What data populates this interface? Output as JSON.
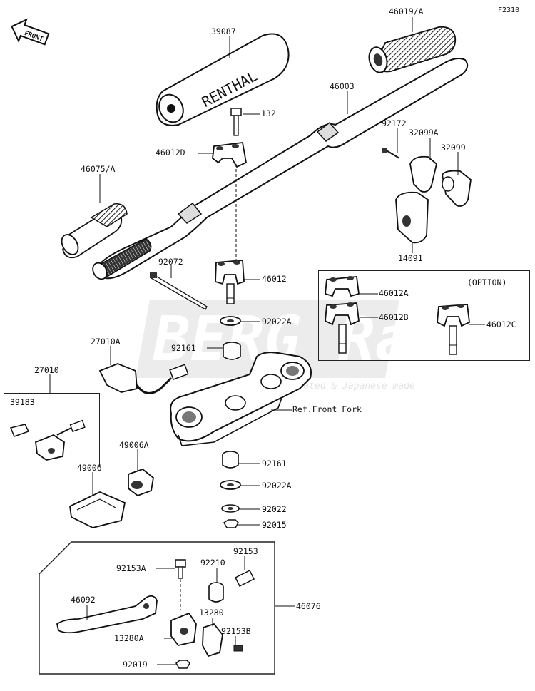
{
  "figure_code": "F2310",
  "front_label": "FRONT",
  "watermark": {
    "main": "BERG Racing",
    "tagline": "Perfectly calibrated & Japanese made"
  },
  "option_label": "(OPTION)",
  "parts": [
    {
      "id": "p46019",
      "label": "46019/A"
    },
    {
      "id": "p39087",
      "label": "39087"
    },
    {
      "id": "p46003",
      "label": "46003"
    },
    {
      "id": "p132",
      "label": "132"
    },
    {
      "id": "p92172",
      "label": "92172"
    },
    {
      "id": "p32099A",
      "label": "32099A"
    },
    {
      "id": "p46012D",
      "label": "46012D"
    },
    {
      "id": "p32099",
      "label": "32099"
    },
    {
      "id": "p46075",
      "label": "46075/A"
    },
    {
      "id": "p14091",
      "label": "14091"
    },
    {
      "id": "p92072",
      "label": "92072"
    },
    {
      "id": "p46012",
      "label": "46012"
    },
    {
      "id": "p46012A",
      "label": "46012A"
    },
    {
      "id": "p46012B",
      "label": "46012B"
    },
    {
      "id": "p46012C",
      "label": "46012C"
    },
    {
      "id": "p92022A_1",
      "label": "92022A"
    },
    {
      "id": "p27010A",
      "label": "27010A"
    },
    {
      "id": "p92161_1",
      "label": "92161"
    },
    {
      "id": "p27010",
      "label": "27010"
    },
    {
      "id": "p39183",
      "label": "39183"
    },
    {
      "id": "pRefFork",
      "label": "Ref.Front Fork"
    },
    {
      "id": "p49006A",
      "label": "49006A"
    },
    {
      "id": "p92161_2",
      "label": "92161"
    },
    {
      "id": "p49006",
      "label": "49006"
    },
    {
      "id": "p92022A_2",
      "label": "92022A"
    },
    {
      "id": "p92022",
      "label": "92022"
    },
    {
      "id": "p92015",
      "label": "92015"
    },
    {
      "id": "p92153",
      "label": "92153"
    },
    {
      "id": "p92153A",
      "label": "92153A"
    },
    {
      "id": "p92210",
      "label": "92210"
    },
    {
      "id": "p46092",
      "label": "46092"
    },
    {
      "id": "p46076",
      "label": "46076"
    },
    {
      "id": "p13280",
      "label": "13280"
    },
    {
      "id": "p13280A",
      "label": "13280A"
    },
    {
      "id": "p92153B",
      "label": "92153B"
    },
    {
      "id": "p92019",
      "label": "92019"
    }
  ],
  "pad_brand": "RENTHAL"
}
